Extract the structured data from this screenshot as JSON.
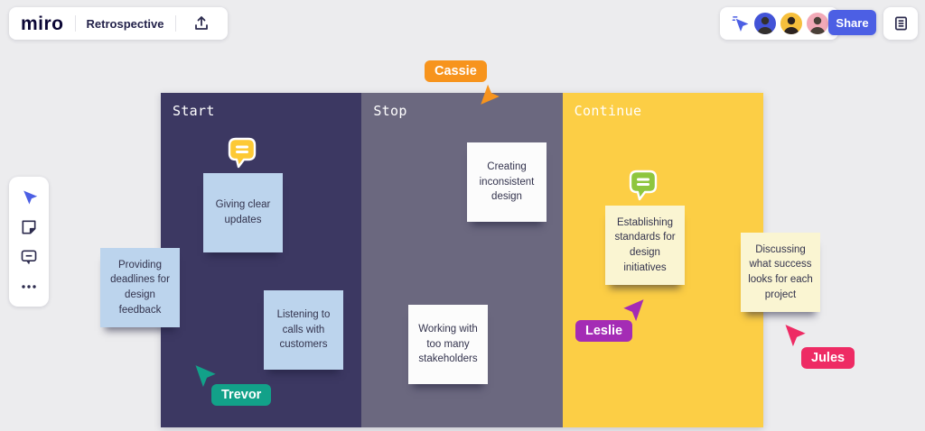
{
  "header": {
    "logo": "miro",
    "board_title": "Retrospective",
    "share_label": "Share",
    "collaborator_colors": [
      "#4253d7",
      "#f6bf3c",
      "#f2a9b7"
    ],
    "share_button_color": "#4c5fe4"
  },
  "toolbar": {
    "tools": [
      "select",
      "sticky-note",
      "comment",
      "more"
    ]
  },
  "board": {
    "columns": [
      {
        "title": "Start",
        "color": "#3c3862"
      },
      {
        "title": "Stop",
        "color": "#6b687f"
      },
      {
        "title": "Continue",
        "color": "#fcce45"
      }
    ],
    "notes": [
      {
        "text": "Giving clear updates",
        "column": "Start",
        "color": "#bcd4ed"
      },
      {
        "text": "Providing deadlines for design feedback",
        "column": "Start",
        "color": "#bcd4ed"
      },
      {
        "text": "Listening to calls with customers",
        "column": "Start",
        "color": "#bcd4ed"
      },
      {
        "text": "Creating inconsistent design",
        "column": "Stop",
        "color": "#fcfcfc"
      },
      {
        "text": "Working with too many stakeholders",
        "column": "Stop",
        "color": "#fcfcfc"
      },
      {
        "text": "Establishing standards for design initiatives",
        "column": "Continue",
        "color": "#faf5d2"
      },
      {
        "text": "Discussing what success looks for each project",
        "column": "Continue",
        "color": "#faf5d2"
      }
    ],
    "comment_pins": [
      {
        "color": "#fdc935",
        "near_note": "Giving clear updates"
      },
      {
        "color": "#8ec63f",
        "near_note": "Establishing standards for design initiatives"
      }
    ]
  },
  "cursors": [
    {
      "name": "Cassie",
      "color": "#f7941d"
    },
    {
      "name": "Trevor",
      "color": "#12a189"
    },
    {
      "name": "Leslie",
      "color": "#a42cb5"
    },
    {
      "name": "Jules",
      "color": "#ee2b64"
    }
  ]
}
